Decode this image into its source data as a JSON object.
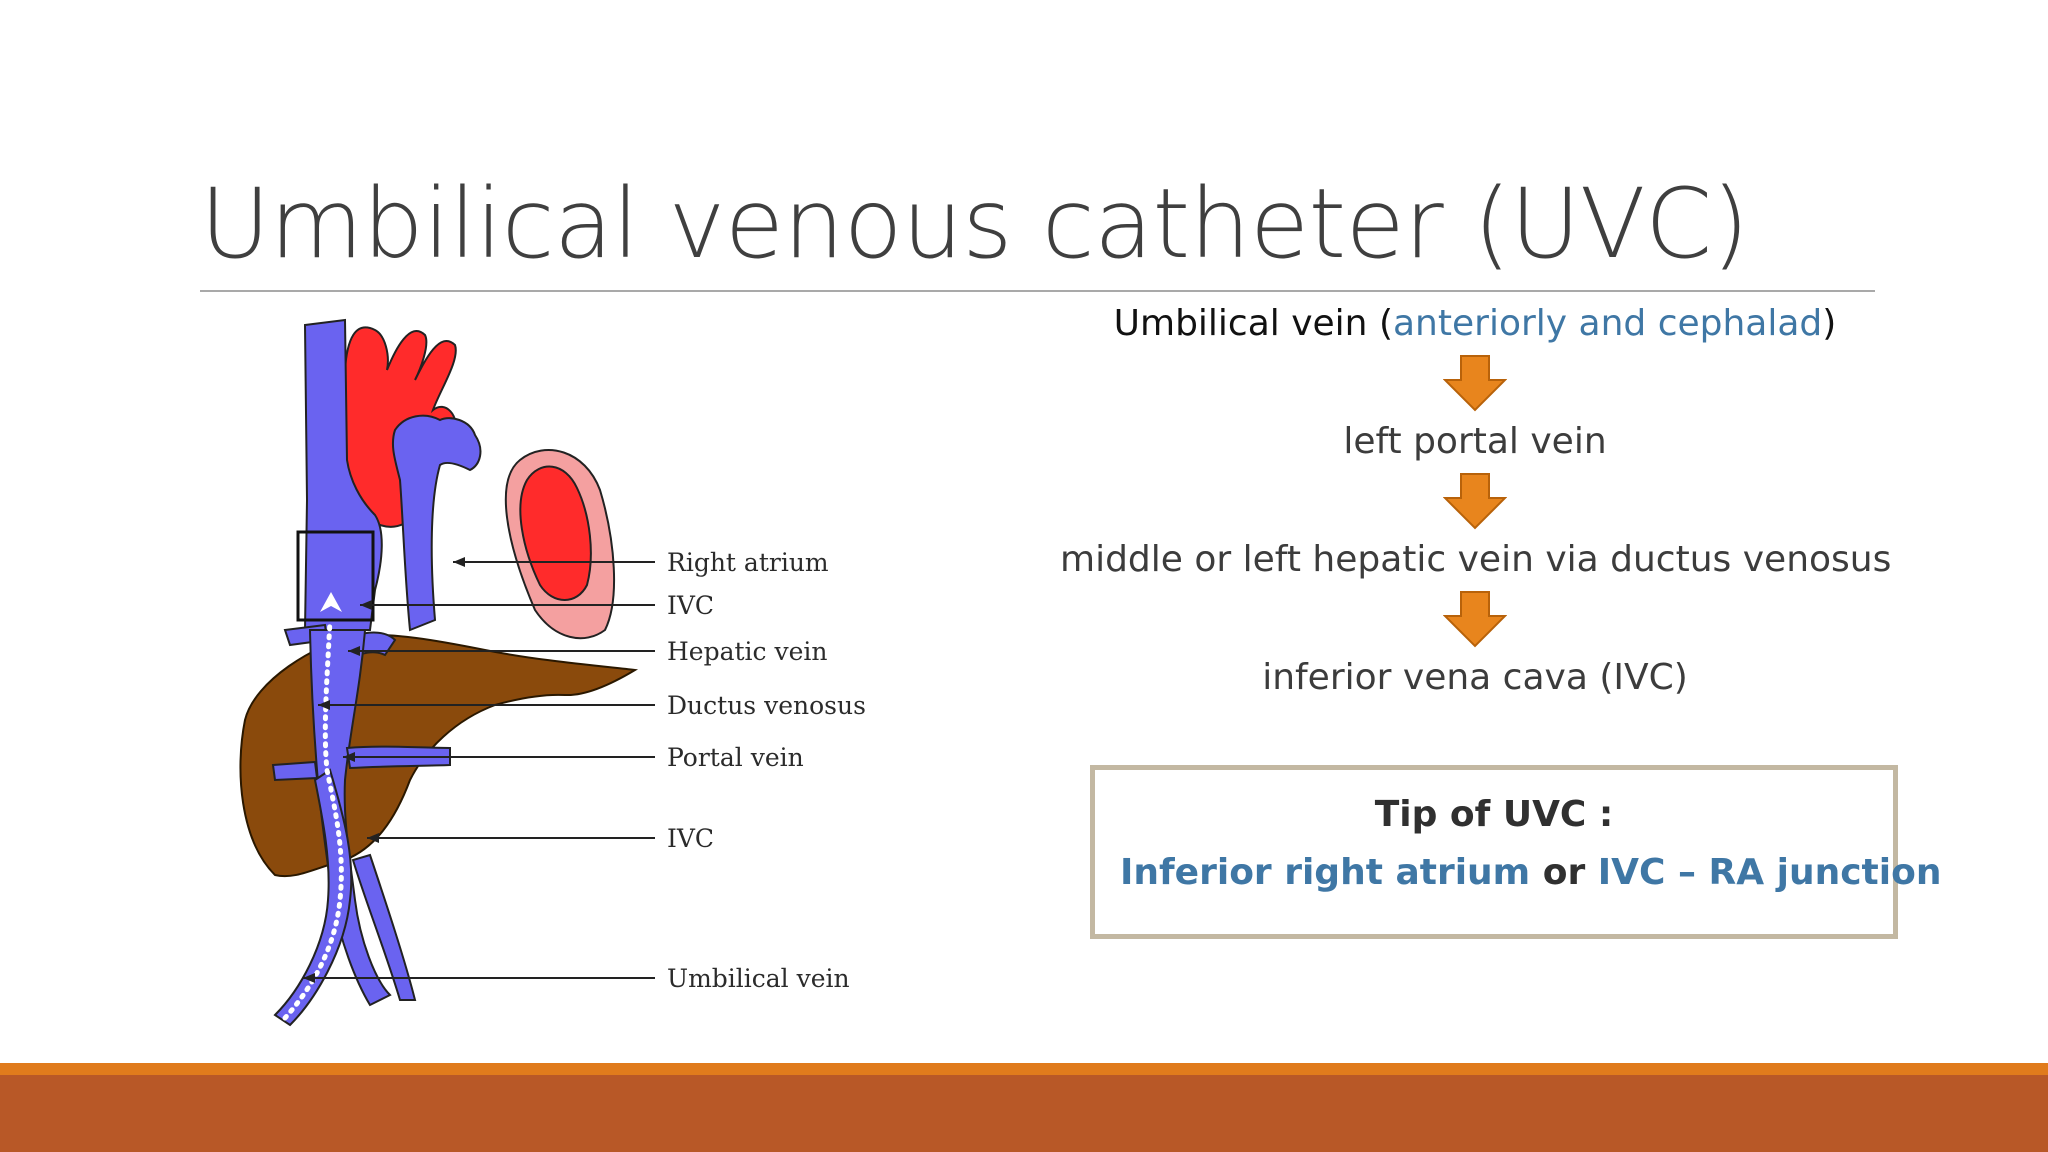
{
  "slide": {
    "title": "Umbilical venous catheter (UVC)"
  },
  "diagram": {
    "labels": {
      "right_atrium": "Right atrium",
      "ivc_upper": "IVC",
      "hepatic_vein": "Hepatic vein",
      "ductus_venosus": "Ductus venosus",
      "portal_vein": "Portal vein",
      "ivc_lower": "IVC",
      "umbilical_vein": "Umbilical vein"
    }
  },
  "flow": {
    "step1_prefix": "Umbilical vein (",
    "step1_highlight": "anteriorly and cephalad",
    "step1_suffix": ")",
    "step2": "left portal vein",
    "step3": "middle or left hepatic vein via ductus venosus",
    "step4": "inferior vena cava (IVC)"
  },
  "tip": {
    "title": "Tip of UVC :",
    "part1": "Inferior right atrium",
    "connector": " or ",
    "part2": "IVC – RA junction"
  },
  "colors": {
    "vein": "#6a63f0",
    "artery": "#ff2b2b",
    "liver": "#8a4a0c",
    "atrium_pink": "#f4a0a0",
    "arrow_orange": "#e8851d",
    "highlight_blue": "#3f77a5",
    "footer_orange": "#e07b1c",
    "footer_rust": "#b85827"
  },
  "icons": {
    "flow_arrow": "down-arrow-icon"
  }
}
